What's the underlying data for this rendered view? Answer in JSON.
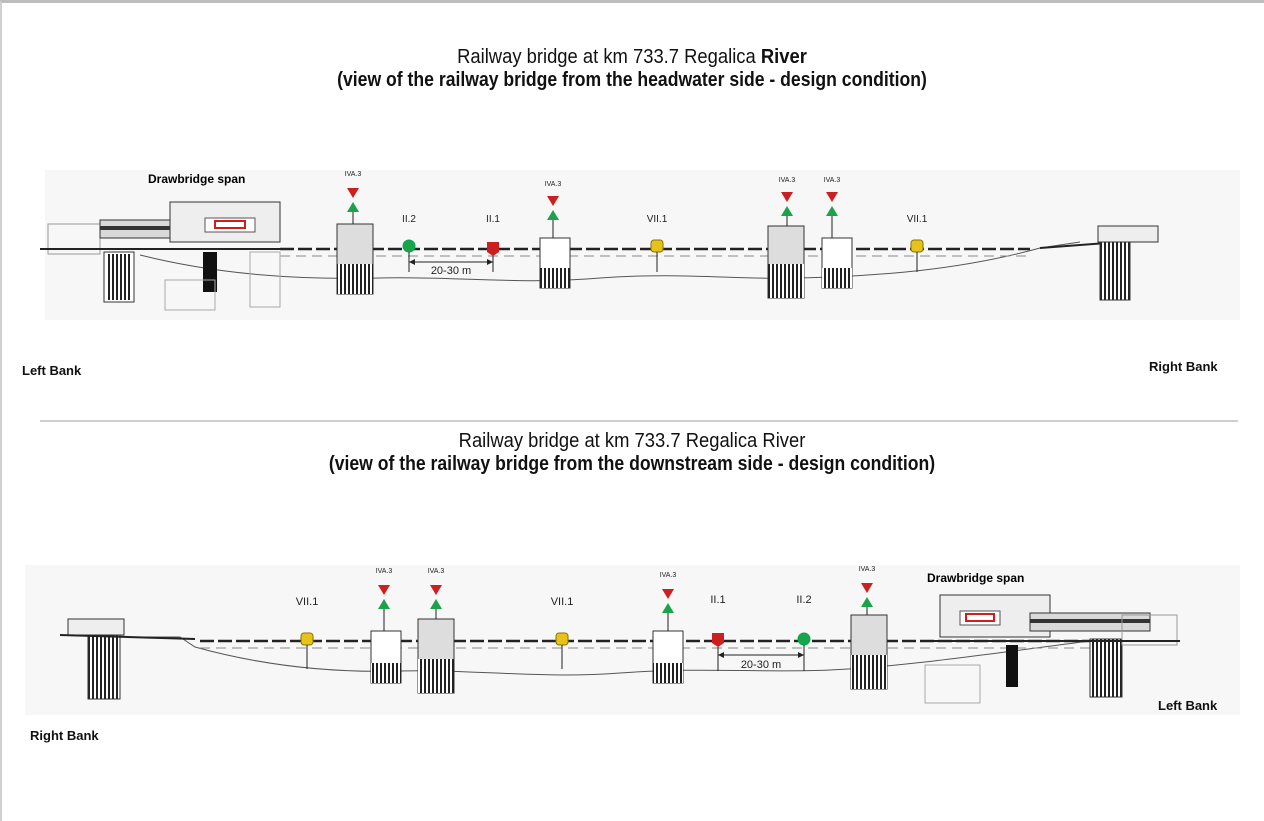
{
  "colors": {
    "signal_red": "#cc1f1f",
    "signal_green": "#1aa34a",
    "signal_yellow": "#e6c21a",
    "structure": "#222222",
    "waterline": "#333333"
  },
  "top_panel": {
    "title_line1_part1": "Railway bridge at km 733.7 Regalica ",
    "title_line1_part2": "River",
    "title_line2": "(view of the railway bridge from the headwater side - design condition)",
    "drawbridge_label": "Drawbridge span",
    "left_bank": "Left Bank",
    "right_bank": "Right Bank",
    "signs": {
      "iva3_a": "IVA.3",
      "iva3_b": "IVA.3",
      "iva3_c": "IVA.3",
      "iva3_d": "IVA.3",
      "ii2": "II.2",
      "ii1": "II.1",
      "vii1_a": "VII.1",
      "vii1_b": "VII.1"
    },
    "distance": "20-30 m"
  },
  "bottom_panel": {
    "title_line1": "Railway bridge at km 733.7 Regalica River",
    "title_line2": "(view of the railway bridge from the downstream side - design condition)",
    "drawbridge_label": "Drawbridge span",
    "left_bank": "Left Bank",
    "right_bank": "Right Bank",
    "signs": {
      "vii1_a": "VII.1",
      "iva3_a": "IVA.3",
      "iva3_b": "IVA.3",
      "vii1_b": "VII.1",
      "iva3_c": "IVA.3",
      "ii1": "II.1",
      "ii2": "II.2",
      "iva3_d": "IVA.3"
    },
    "distance": "20-30 m"
  }
}
